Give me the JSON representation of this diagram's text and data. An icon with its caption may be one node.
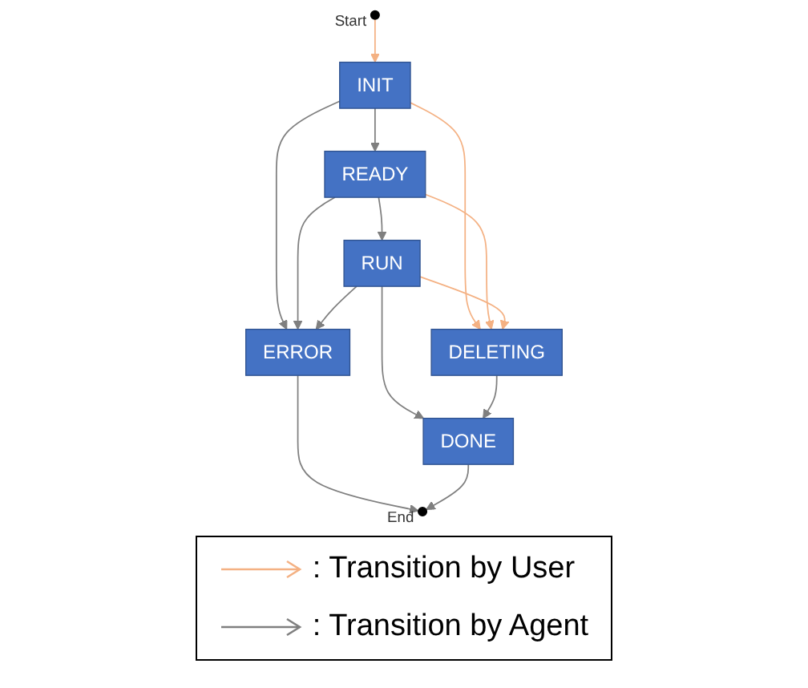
{
  "diagram": {
    "nodes": [
      {
        "text": [],
        "shape": "circle",
        "beside": [
          "Start"
        ]
      },
      {
        "text": [
          "INIT"
        ]
      },
      {
        "text": [
          "READY"
        ]
      },
      {
        "text": [
          "DELETING"
        ]
      },
      {
        "text": [
          "RUN"
        ]
      },
      {
        "text": [
          "ERROR"
        ]
      },
      {
        "text": [
          "DONE"
        ]
      },
      {
        "text": [],
        "shape": "circle",
        "beside": [
          "End"
        ]
      }
    ],
    "edges": [
      {
        "from": 0,
        "to": 1,
        "arrow": "to",
        "color": "#f4b183"
      },
      {
        "from": 1,
        "to": 2,
        "arrow": "to"
      },
      {
        "from": 1,
        "to": 3,
        "arrow": "to",
        "color": "#f4b183"
      },
      {
        "from": 1,
        "to": 5,
        "arrow": "to"
      },
      {
        "from": 2,
        "to": 3,
        "arrow": "to",
        "color": "#f4b183"
      },
      {
        "from": 2,
        "to": 4,
        "arrow": "to"
      },
      {
        "from": 2,
        "to": 5,
        "arrow": "to"
      },
      {
        "from": 4,
        "to": 3,
        "arrow": "to",
        "color": "#f4b183"
      },
      {
        "from": 4,
        "to": 5,
        "arrow": "to"
      },
      {
        "from": 4,
        "to": 6,
        "arrow": "to"
      },
      {
        "from": 3,
        "to": 6,
        "arrow": "to"
      },
      {
        "from": 5,
        "to": 7,
        "arrow": "to"
      },
      {
        "from": 6,
        "to": 7,
        "arrow": "to"
      }
    ],
    "legend": [
      {
        "text": ": Transition by User"
      },
      {
        "text": ": Transition by Agent"
      }
    ]
  }
}
